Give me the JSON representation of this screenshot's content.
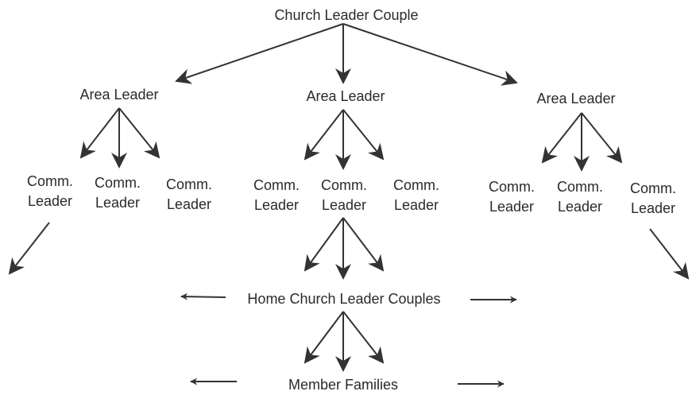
{
  "root": {
    "label": "Church Leader Couple"
  },
  "area_leaders": [
    {
      "label": "Area Leader"
    },
    {
      "label": "Area Leader"
    },
    {
      "label": "Area Leader"
    }
  ],
  "community_leaders": [
    {
      "line1": "Comm.",
      "line2": "Leader"
    },
    {
      "line1": "Comm.",
      "line2": "Leader"
    },
    {
      "line1": "Comm.",
      "line2": "Leader"
    },
    {
      "line1": "Comm.",
      "line2": "Leader"
    },
    {
      "line1": "Comm.",
      "line2": "Leader"
    },
    {
      "line1": "Comm.",
      "line2": "Leader"
    },
    {
      "line1": "Comm.",
      "line2": "Leader"
    },
    {
      "line1": "Comm.",
      "line2": "Leader"
    },
    {
      "line1": "Comm.",
      "line2": "Leader"
    }
  ],
  "home_church": {
    "label": "Home Church Leader Couples"
  },
  "member_families": {
    "label": "Member Families"
  },
  "colors": {
    "ink": "#2a2a2a",
    "background": "#ffffff"
  }
}
